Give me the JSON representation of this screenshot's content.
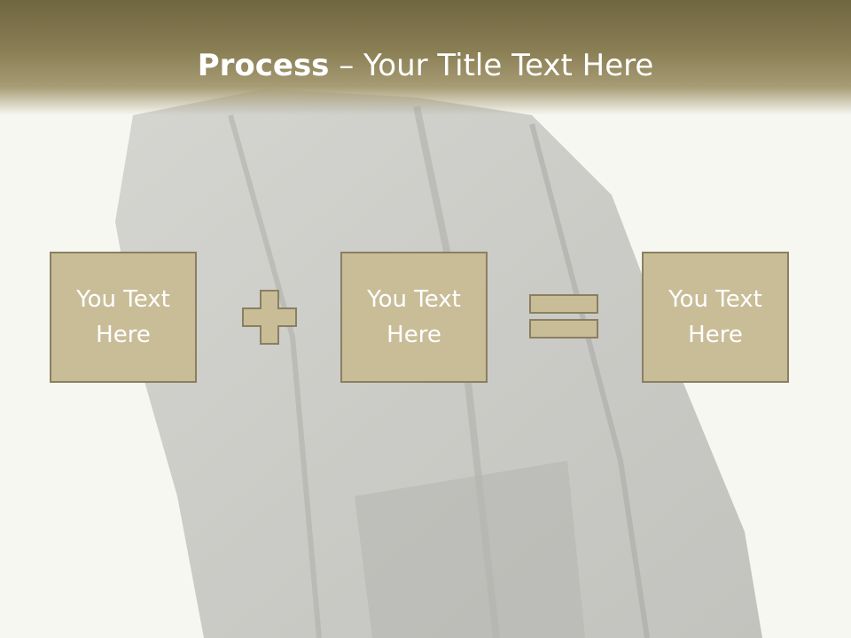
{
  "title": {
    "bold": "Process",
    "rest": " – Your Title Text Here"
  },
  "boxes": [
    {
      "text": "You Text Here"
    },
    {
      "text": "You Text Here"
    },
    {
      "text": "You Text Here"
    }
  ],
  "colors": {
    "header": "#7a7048",
    "box_fill": "#c9bd98",
    "box_border": "#8a7f60",
    "operator": "#c9bd98"
  },
  "operators": [
    "plus-icon",
    "equals-icon"
  ]
}
